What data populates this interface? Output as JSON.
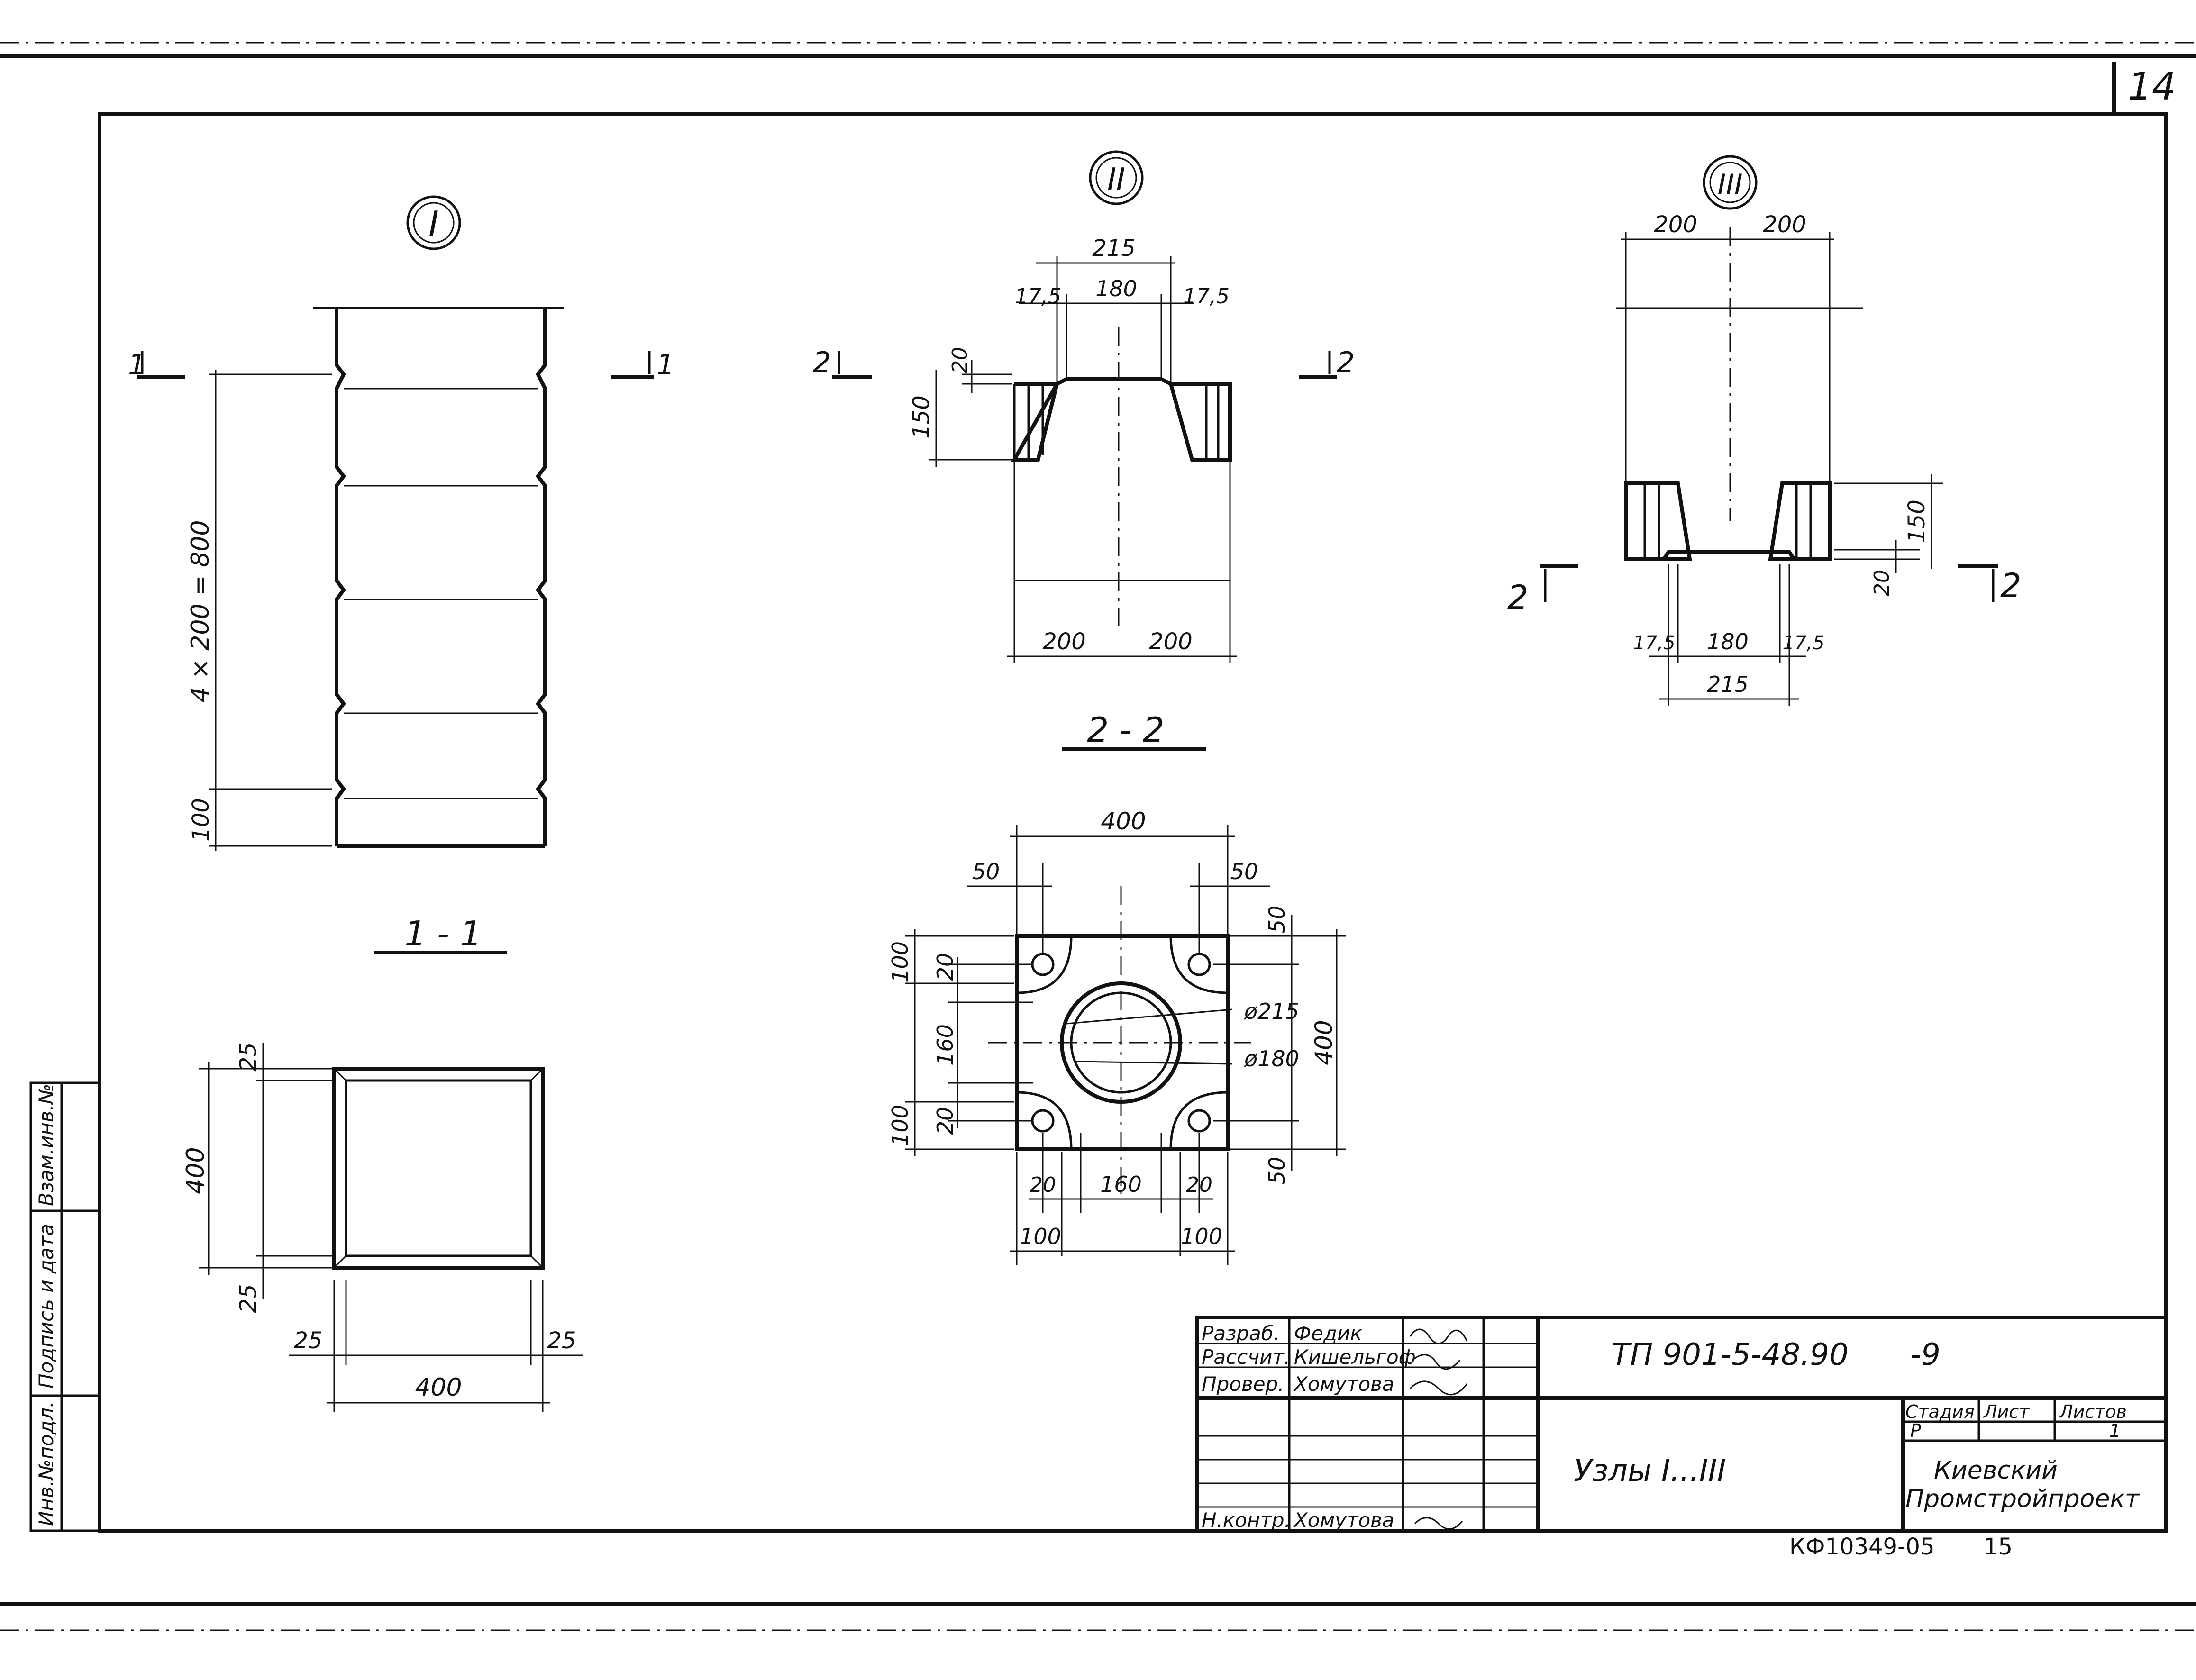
{
  "sheet": {
    "number": "14",
    "code": "ТП 901-5-48.90",
    "suffix": "-9",
    "title": "Узлы I...III",
    "stage_hdr": "Стадия",
    "sheet_hdr": "Лист",
    "sheets_hdr": "Листов",
    "stage": "Р",
    "sheets": "1",
    "org_line1": "Киевский",
    "org_line2": "Промстройпроект",
    "archive": "КФ10349-05",
    "archive_page": "15"
  },
  "roles": [
    {
      "role": "Разраб.",
      "name": "Федик"
    },
    {
      "role": "Рассчит.",
      "name": "Кишельгоф"
    },
    {
      "role": "Провер.",
      "name": "Хомутова"
    },
    {
      "role": "Н.контр.",
      "name": "Хомутова"
    }
  ],
  "side_stamp": [
    "Инв.№подл.",
    "Подпись и дата",
    "Взам.инв.№"
  ],
  "views": {
    "node1": "I",
    "node2": "II",
    "node3": "III",
    "sec11": "1 - 1",
    "sec22": "2 - 2",
    "cut1": "1",
    "cut2": "2"
  },
  "dims": {
    "d4x200": "4 × 200 = 800",
    "d100": "100",
    "d215": "215",
    "d180": "180",
    "d175": "17,5",
    "d20": "20",
    "d150": "150",
    "d200": "200",
    "d400": "400",
    "d50": "50",
    "d160": "160",
    "d25": "25",
    "dphi215": "ø215",
    "dphi180": "ø180"
  }
}
